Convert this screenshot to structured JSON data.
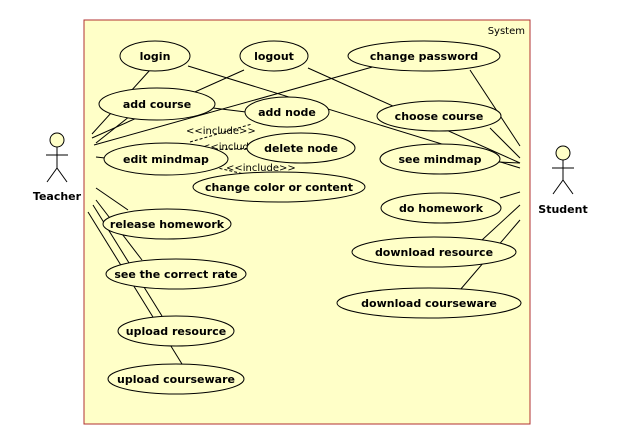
{
  "colors": {
    "system_fill": "#ffffc8",
    "usecase_fill": "#ffffc8",
    "actor_head_fill": "#ffffc8",
    "stroke": "#000000",
    "boundary_stroke": "#b03030"
  },
  "system": {
    "label": "System"
  },
  "actors": {
    "teacher": {
      "label": "Teacher"
    },
    "student": {
      "label": "Student"
    }
  },
  "use_cases": {
    "login": "login",
    "logout": "logout",
    "change_password": "change password",
    "add_course": "add course",
    "add_node": "add node",
    "choose_course": "choose course",
    "edit_mindmap": "edit mindmap",
    "delete_node": "delete node",
    "see_mindmap": "see mindmap",
    "change_color": "change color or content",
    "do_homework": "do homework",
    "release_homework": "release homework",
    "download_resource": "download resource",
    "see_correct_rate": "see the correct rate",
    "download_courseware": "download courseware",
    "upload_resource": "upload resource",
    "upload_courseware": "upload courseware"
  },
  "relations": {
    "include_label": "<<include>>"
  }
}
